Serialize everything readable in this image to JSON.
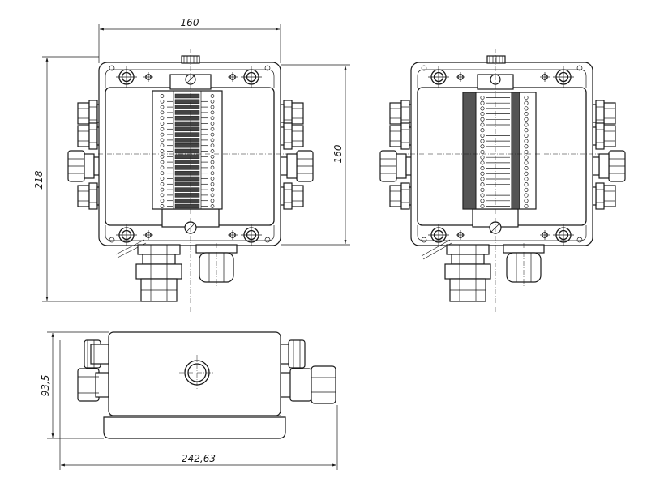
{
  "dimensions": {
    "top_width": "160",
    "height_total": "218",
    "height_box": "160",
    "side_height": "93,5",
    "side_width": "242,63"
  },
  "views": {
    "left_terminal_rows": 21,
    "right_terminal_rows": 21
  }
}
